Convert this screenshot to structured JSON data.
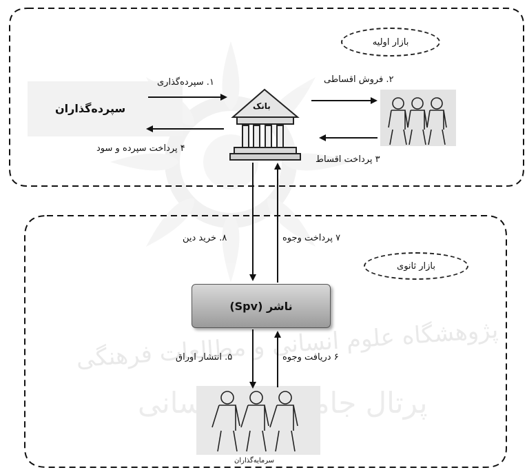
{
  "primary_market": {
    "label": "بازار اولیه"
  },
  "secondary_market": {
    "label": "بازار ثانوی"
  },
  "depositors": {
    "label": "سپرده‌گذاران"
  },
  "bank": {
    "label": "بانک"
  },
  "spv": {
    "label": "ناشر (Spv)"
  },
  "investors": {
    "label": "سرمایه‌گذاران"
  },
  "steps": {
    "s1": "۱. سپرده‌گذاری",
    "s2": "۲. فروش اقساطی",
    "s3": "۳  پرداخت اقساط",
    "s4": "۴  پرداخت سپرده و سود",
    "s5": "۵. انتشار اوراق",
    "s6": "۶ دریافت وجوه",
    "s7": "۷ پرداخت وجوه",
    "s8": "۸. خرید دین"
  },
  "watermark": {
    "line1": "پژوهشگاه علوم انسانی و مطالعات فرهنگی",
    "line2": "پرتال جامع علوم انسانی"
  }
}
